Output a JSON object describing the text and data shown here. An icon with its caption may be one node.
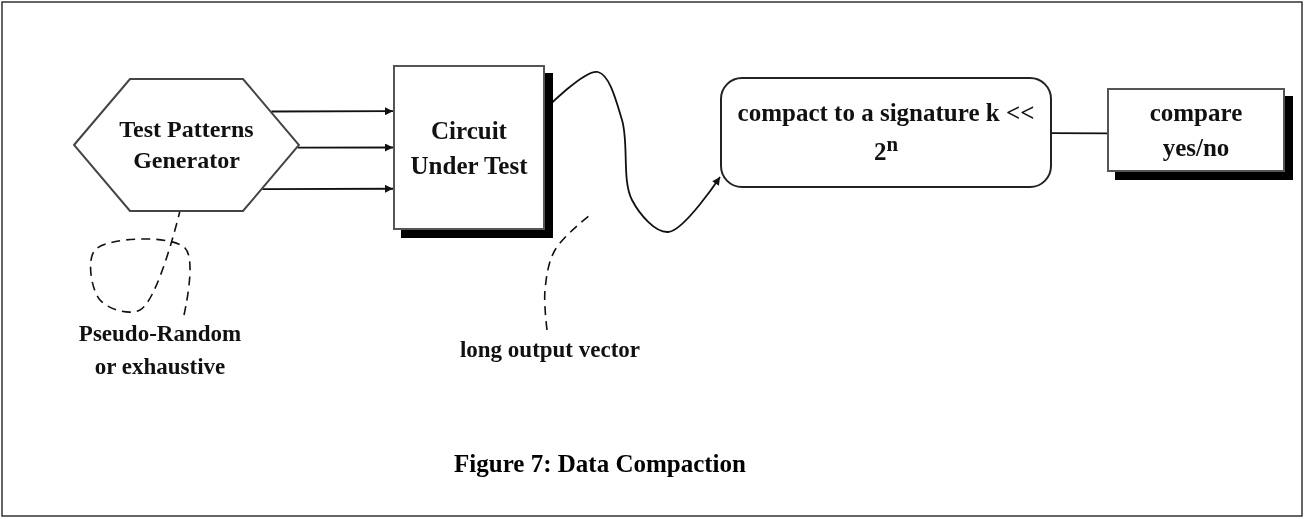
{
  "diagram": {
    "caption": "Figure 7: Data Compaction",
    "nodes": [
      {
        "text": [
          "Test Patterns Generator"
        ]
      },
      {
        "text": [
          "Circuit Under Test"
        ]
      },
      {
        "text": [
          "compact to a signature k << 2$^{n}$"
        ]
      },
      {
        "text": [
          "compare yes/no"
        ]
      },
      {
        "text": [
          "Pseudo-Random or exhaustive"
        ]
      },
      {
        "text": [
          "long output vector"
        ]
      }
    ],
    "edges": [
      {
        "from": 0,
        "to": 1,
        "arrow": "to"
      },
      {
        "from": 0,
        "to": 1,
        "arrow": "to"
      },
      {
        "from": 0,
        "to": 1,
        "arrow": "to"
      },
      {
        "from": 1,
        "to": 2,
        "arrow": "to"
      },
      {
        "from": 2,
        "to": 3,
        "arrow": "none"
      },
      {
        "from": 4,
        "to": 0,
        "arrow": "none",
        "style": "dashed"
      },
      {
        "from": 5,
        "to": null,
        "arrow": "none",
        "style": "dashed"
      }
    ]
  }
}
